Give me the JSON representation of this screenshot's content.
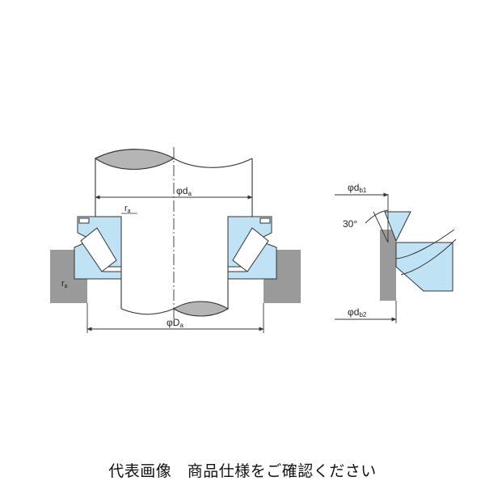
{
  "labels": {
    "shaft_dia": "φd",
    "shaft_dia_sub": "a",
    "fillet_top": "r",
    "fillet_top_sub": "a",
    "fillet_left": "r",
    "fillet_left_sub": "a",
    "housing_dia": "φD",
    "housing_dia_sub": "a",
    "detail_db1": "φd",
    "detail_db1_sub": "b1",
    "detail_db2": "φd",
    "detail_db2_sub": "b2",
    "angle": "30°"
  },
  "caption": "代表画像　商品仕様をご確認ください",
  "colors": {
    "ring_blue": "#bfe3f4",
    "housing_gray": "#9a9a9a",
    "shaft_end_gray": "#b5b5b5",
    "line": "#333333"
  }
}
